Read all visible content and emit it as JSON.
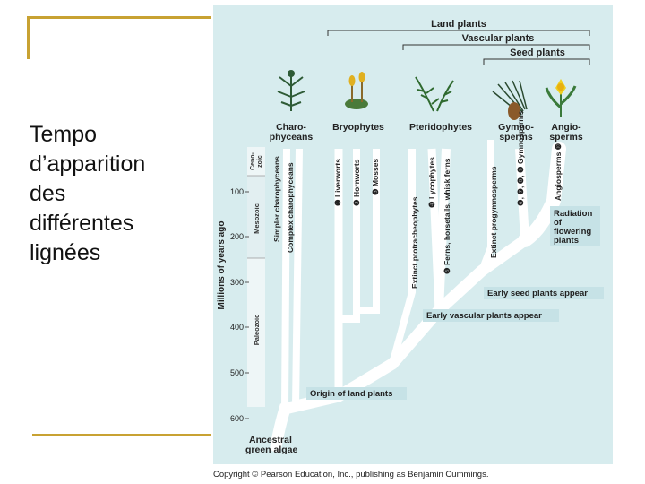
{
  "slide": {
    "text_lines": [
      "Tempo",
      "d’apparition",
      "des",
      "différentes",
      "lignées"
    ]
  },
  "figure": {
    "groups": {
      "land_plants": "Land plants",
      "vascular_plants": "Vascular plants",
      "seed_plants": "Seed plants"
    },
    "lineage_headers": {
      "charophyceans": [
        "Charo-",
        "phyceans"
      ],
      "bryophytes": [
        "Bryophytes"
      ],
      "pteridophytes": [
        "Pteridophytes"
      ],
      "gymnosperms": [
        "Gymno-",
        "sperms"
      ],
      "angiosperms": [
        "Angio-",
        "sperms"
      ]
    },
    "branches": {
      "simpler_charophyceans": "Simpler charophyceans",
      "complex_charophyceans": "Complex charophyceans",
      "liverworts": "❶ Liverworts",
      "hornworts": "❷ Hornworts",
      "mosses": "❸ Mosses",
      "extinct_protracheophytes": "Extinct protracheophytes",
      "lycophytes": "❹ Lycophytes",
      "ferns": "❺ Ferns, horsetails, whisk ferns",
      "extinct_progymnosperms": "Extinct progymnosperms",
      "gymnosperms": "❻, ❼, ❽, ❾ Gymnosperms",
      "angiosperms": "Angiosperms ❿"
    },
    "annotations": {
      "radiation": [
        "Radiation",
        "of",
        "flowering",
        "plants"
      ],
      "early_seed": "Early seed plants appear",
      "early_vascular": "Early vascular plants appear",
      "origin_land": "Origin of land plants",
      "ancestral": [
        "Ancestral",
        "green algae"
      ]
    },
    "axis": {
      "label": "Millions of years ago",
      "ticks": [
        "100",
        "200",
        "300",
        "400",
        "500",
        "600"
      ],
      "eras": {
        "cenozoic": [
          "Ceno-",
          "zoic"
        ],
        "mesozoic": "Mesozoic",
        "paleozoic": "Paleozoic"
      }
    },
    "colors": {
      "background": "#d7ecee",
      "branch": "#ffffff",
      "label_box": "#c6e2e6"
    }
  },
  "copyright": "Copyright © Pearson Education, Inc., publishing as Benjamin Cummings."
}
